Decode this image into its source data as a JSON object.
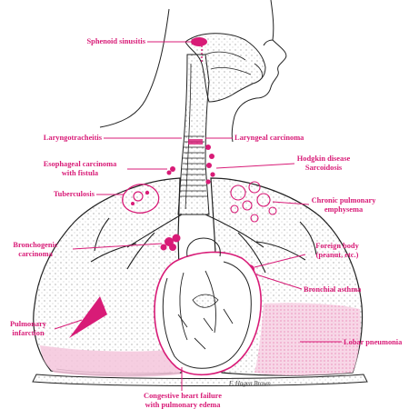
{
  "colors": {
    "accent": "#d81b77",
    "ink": "#222222",
    "shade": "#f4c6dc"
  },
  "labels": {
    "sphenoid_sinusitis": "Sphenoid sinusitis",
    "laryngotracheitis": "Laryngotracheitis",
    "laryngeal_carcinoma": "Laryngeal carcinoma",
    "esophageal_carcinoma": [
      "Esophageal carcinoma",
      "with fistula"
    ],
    "hodgkin": [
      "Hodgkin disease",
      "Sarcoidosis"
    ],
    "tuberculosis": "Tuberculosis",
    "chronic_emphysema": [
      "Chronic pulmonary",
      "emphysema"
    ],
    "bronchogenic_carcinoma": [
      "Bronchogenic",
      "carcinoma"
    ],
    "foreign_body": [
      "Foreign body",
      "(peanut, etc.)"
    ],
    "bronchial_asthma": "Bronchial asthma",
    "pulmonary_infarction": [
      "Pulmonary",
      "infarction"
    ],
    "lobar_pneumonia": "Lobar pneumonia",
    "heart_failure": [
      "Congestive heart failure",
      "with pulmonary edema"
    ]
  },
  "signature": "F. Hagen Brown"
}
